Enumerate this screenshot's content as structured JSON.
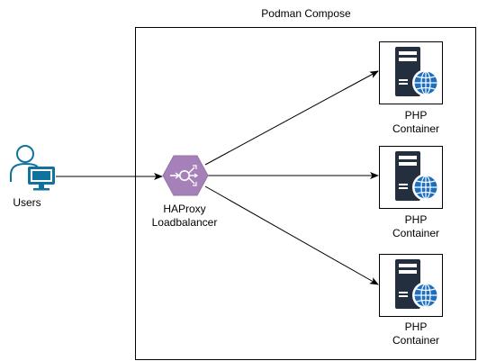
{
  "title": "Podman Compose",
  "nodes": {
    "users": {
      "label": "Users",
      "icon": "user-workstation-icon"
    },
    "haproxy": {
      "line1": "HAProxy",
      "line2": "Loadbalancer",
      "icon": "load-balancer-icon"
    },
    "php": [
      {
        "line1": "PHP",
        "line2": "Container",
        "icon": "web-server-icon"
      },
      {
        "line1": "PHP",
        "line2": "Container",
        "icon": "web-server-icon"
      },
      {
        "line1": "PHP",
        "line2": "Container",
        "icon": "web-server-icon"
      }
    ]
  },
  "edges": [
    {
      "from": "users",
      "to": "haproxy"
    },
    {
      "from": "haproxy",
      "to": "php.0"
    },
    {
      "from": "haproxy",
      "to": "php.1"
    },
    {
      "from": "haproxy",
      "to": "php.2"
    }
  ],
  "colors": {
    "user_icon": "#10739e",
    "load_balancer": "#a680b8",
    "load_balancer_stroke": "#9673a6",
    "server_body": "#232f3e",
    "globe": "#1e6fc0",
    "line": "#000000"
  }
}
